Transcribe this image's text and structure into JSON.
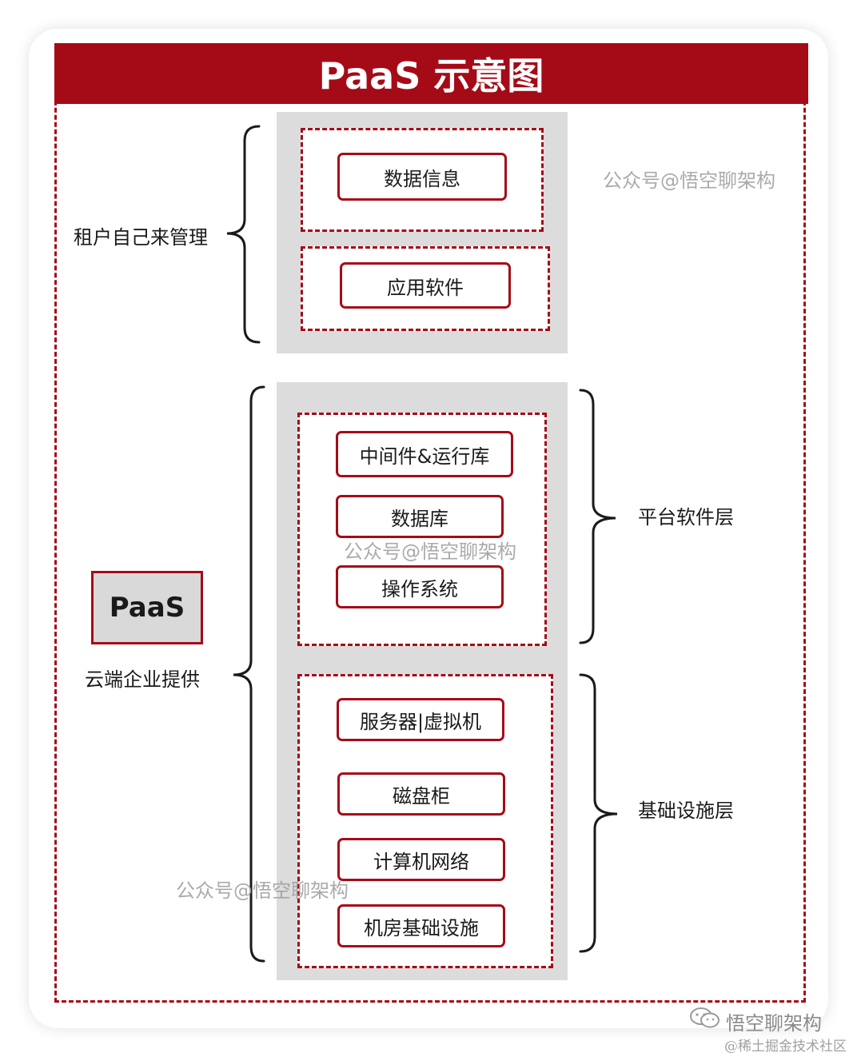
{
  "title": "PaaS 示意图",
  "tenant_label": "租户自己来管理",
  "provider_label": "云端企业提供",
  "paas_label": "PaaS",
  "platform_layer_label": "平台软件层",
  "infra_layer_label": "基础设施层",
  "tenant_items": [
    "数据信息",
    "应用软件"
  ],
  "platform_items": [
    "中间件&运行库",
    "数据库",
    "操作系统"
  ],
  "infra_items": [
    "服务器|虚拟机",
    "磁盘柜",
    "计算机网络",
    "机房基础设施"
  ],
  "watermark": "公众号@悟空聊架构",
  "footer": {
    "brand": "悟空聊架构",
    "credit": "@稀土掘金技术社区"
  },
  "colors": {
    "accent": "#a50b17",
    "panel_gray": "#dcdcdc"
  }
}
